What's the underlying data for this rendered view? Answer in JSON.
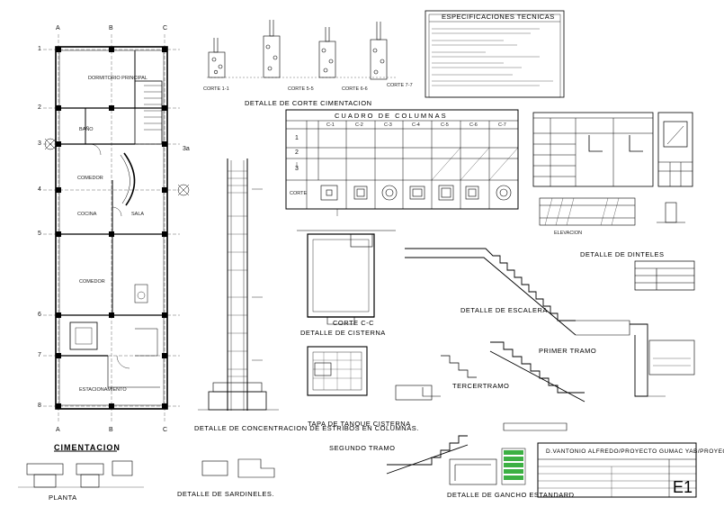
{
  "title_block": {
    "project_line": "D.VANTONIO ALFREDO/PROYECTO GUMAC YAB/PROYECTO.gal.pg",
    "sheet_id": "E1"
  },
  "grid": {
    "col_a": "A",
    "col_b": "B",
    "col_c": "C",
    "rows": [
      "1",
      "2",
      "3",
      "3a",
      "4",
      "5",
      "6",
      "7",
      "8"
    ]
  },
  "plan_rooms": {
    "dormitorio": "DORMITORIO PRINCIPAL",
    "bano": "BAÑO",
    "comedor": "COMEDOR",
    "cocina": "COCINA",
    "sala": "SALA",
    "comedor2": "COMEDOR",
    "estacionamiento": "ESTACIONAMIENTO"
  },
  "sections": {
    "specs": "ESPECIFICACIONES TECNICAS",
    "cuadro": "CUADRO  DE  COLUMNAS",
    "corte_cim": "DETALLE DE CORTE CIMENTACION",
    "cisterna": "DETALLE DE CISTERNA",
    "corte_cc": "CORTE C-C",
    "tapa": "TAPA DE TANQUE CISTERNA",
    "escalera": "DETALLE DE ESCALERA",
    "primer_tramo": "PRIMER TRAMO",
    "tercer_tramo": "TERCERTRAMO",
    "segundo_tramo": "SEGUNDO TRAMO",
    "dinteles": "DETALLE DE DINTELES",
    "estribos": "DETALLE DE CONCENTRACION DE ESTRIBOS EN COLUMNAS.",
    "cimentacion": "CIMENTACION",
    "planta": "PLANTA",
    "sardineles": "DETALLE DE SARDINELES.",
    "gancho": "DETALLE DE GANCHO ESTANDARD",
    "elevacion": "ELEVACION"
  },
  "cortes": [
    "CORTE 1-1",
    "CORTE 5-5",
    "CORTE 6-6",
    "CORTE 7-7"
  ],
  "cuadro": {
    "headers": [
      "C-1",
      "C-2",
      "C-3",
      "C-4",
      "C-5",
      "C-6",
      "C-7"
    ],
    "row_nums": [
      "1",
      "2",
      "3"
    ],
    "corte_label": "CORTE"
  }
}
